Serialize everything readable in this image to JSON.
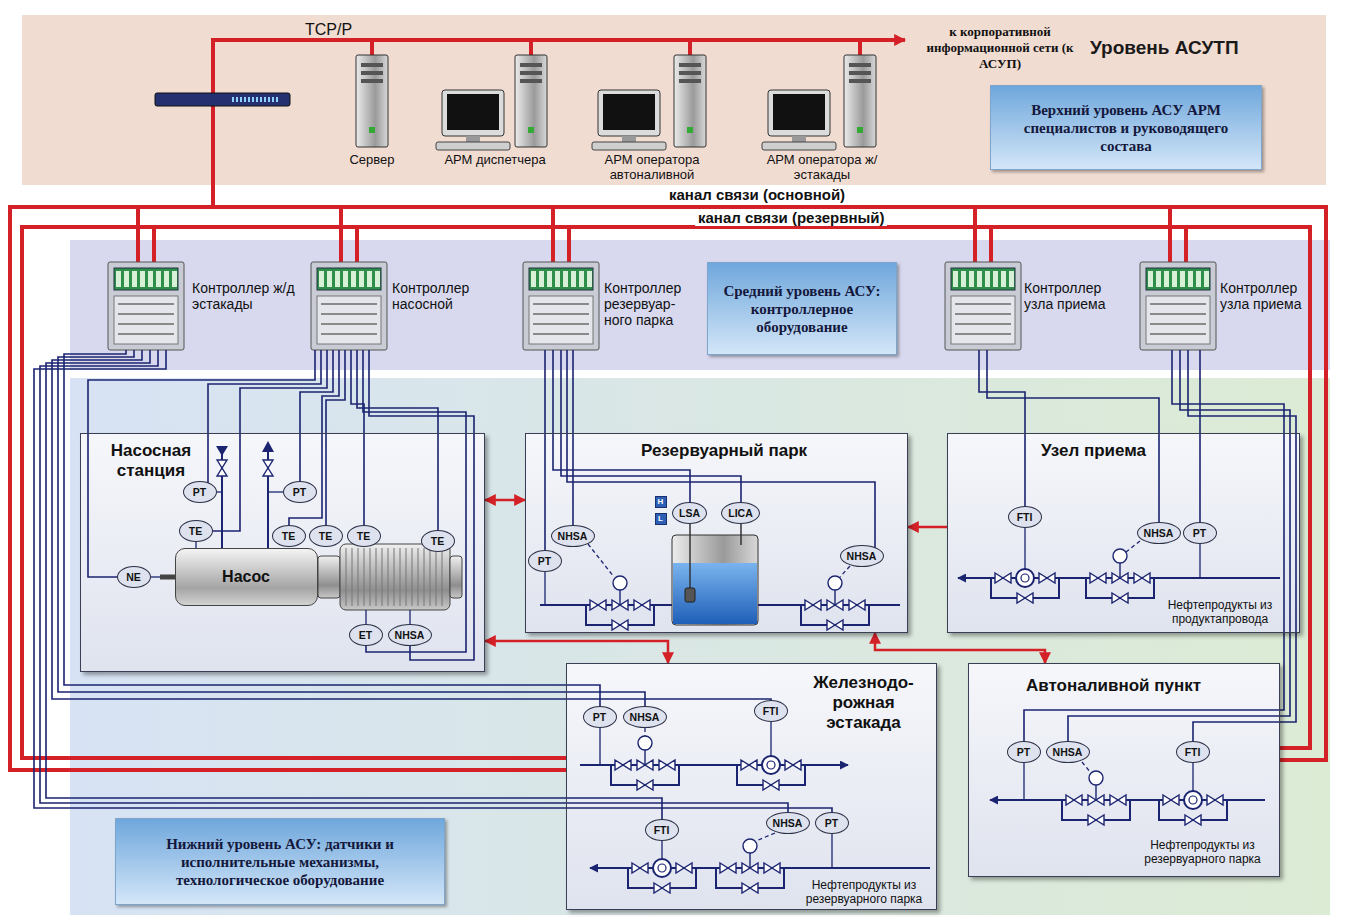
{
  "diagram": {
    "nodes": [
      {
        "text": [
          "Уровень АСУТП"
        ]
      },
      {
        "text": [
          "Верхний уровень АСУ АРМ специалистов и руководящего состава"
        ],
        "in": 0
      },
      {
        "text": [
          "Средний уровень АСУ: контроллерное оборудование"
        ]
      },
      {
        "text": [
          "Насосная станция"
        ]
      },
      {
        "text": [
          "Насос"
        ],
        "in": 3
      },
      {
        "text": [
          "PT"
        ],
        "in": 3
      },
      {
        "text": [
          "PT"
        ],
        "in": 3
      },
      {
        "text": [
          "TE"
        ],
        "in": 3
      },
      {
        "text": [
          "TE"
        ],
        "in": 3
      },
      {
        "text": [
          "TE"
        ],
        "in": 3
      },
      {
        "text": [
          "TE"
        ],
        "in": 3
      },
      {
        "text": [
          "TE"
        ],
        "in": 3
      },
      {
        "text": [
          "NE"
        ],
        "in": 3
      },
      {
        "text": [
          "ET"
        ],
        "in": 3
      },
      {
        "text": [
          "NHSA"
        ],
        "in": 3
      },
      {
        "text": [
          "Резервуарный парк"
        ]
      },
      {
        "text": [
          "PT"
        ],
        "in": 15
      },
      {
        "text": [
          "NHSA"
        ],
        "in": 15
      },
      {
        "text": [
          "H"
        ],
        "in": 15
      },
      {
        "text": [
          "L"
        ],
        "in": 15
      },
      {
        "text": [
          "LSA"
        ],
        "in": 15
      },
      {
        "text": [
          "LICA"
        ],
        "in": 15
      },
      {
        "text": [
          "NHSA"
        ],
        "in": 15
      },
      {
        "text": [
          "Узел приема"
        ]
      },
      {
        "text": [
          "FTI"
        ],
        "in": 23
      },
      {
        "text": [
          "NHSA"
        ],
        "in": 23
      },
      {
        "text": [
          "PT"
        ],
        "in": 23
      },
      {
        "text": [
          "Железнодо-рожная эстакада"
        ]
      },
      {
        "text": [
          "PT"
        ],
        "in": 27
      },
      {
        "text": [
          "NHSA"
        ],
        "in": 27
      },
      {
        "text": [
          "FTI"
        ],
        "in": 27
      },
      {
        "text": [
          "FTI"
        ],
        "in": 27
      },
      {
        "text": [
          "NHSA"
        ],
        "in": 27
      },
      {
        "text": [
          "PT"
        ],
        "in": 27
      },
      {
        "text": [
          "Автоналивной пункт"
        ]
      },
      {
        "text": [
          "PT"
        ],
        "in": 34
      },
      {
        "text": [
          "NHSA"
        ],
        "in": 34
      },
      {
        "text": [
          "FTI"
        ],
        "in": 34
      },
      {
        "text": [
          "Нижний уровень АСУ: датчики и исполнительные механизмы, технологическое оборудование"
        ]
      }
    ],
    "edges": [
      {
        "from": 23,
        "to": 15,
        "arrow": "to"
      },
      {
        "from": 15,
        "to": 3,
        "arrow": "both"
      },
      {
        "from": 3,
        "to": 27,
        "arrow": "both"
      },
      {
        "from": 15,
        "to": 34,
        "arrow": "both"
      }
    ],
    "labels": [
      "TCP/P",
      "к корпоративной информационной сети (к АСУП)",
      "Сервер",
      "АРМ диспетчера",
      "АРМ оператора автоналивной",
      "АРМ оператора ж/эстакады",
      "канал связи (основной)",
      "канал связи (резервный)",
      "Контроллер ж/д эстакады",
      "Контроллер насосной",
      "Контроллер резервуар-ного парка",
      "Контроллер узла приема",
      "Контроллер узла приема",
      "Нефтепродукты из продуктапровода",
      "Нефтепродукты из резервуарного парка",
      "Нефтепродукты из резервуарного парка"
    ]
  }
}
